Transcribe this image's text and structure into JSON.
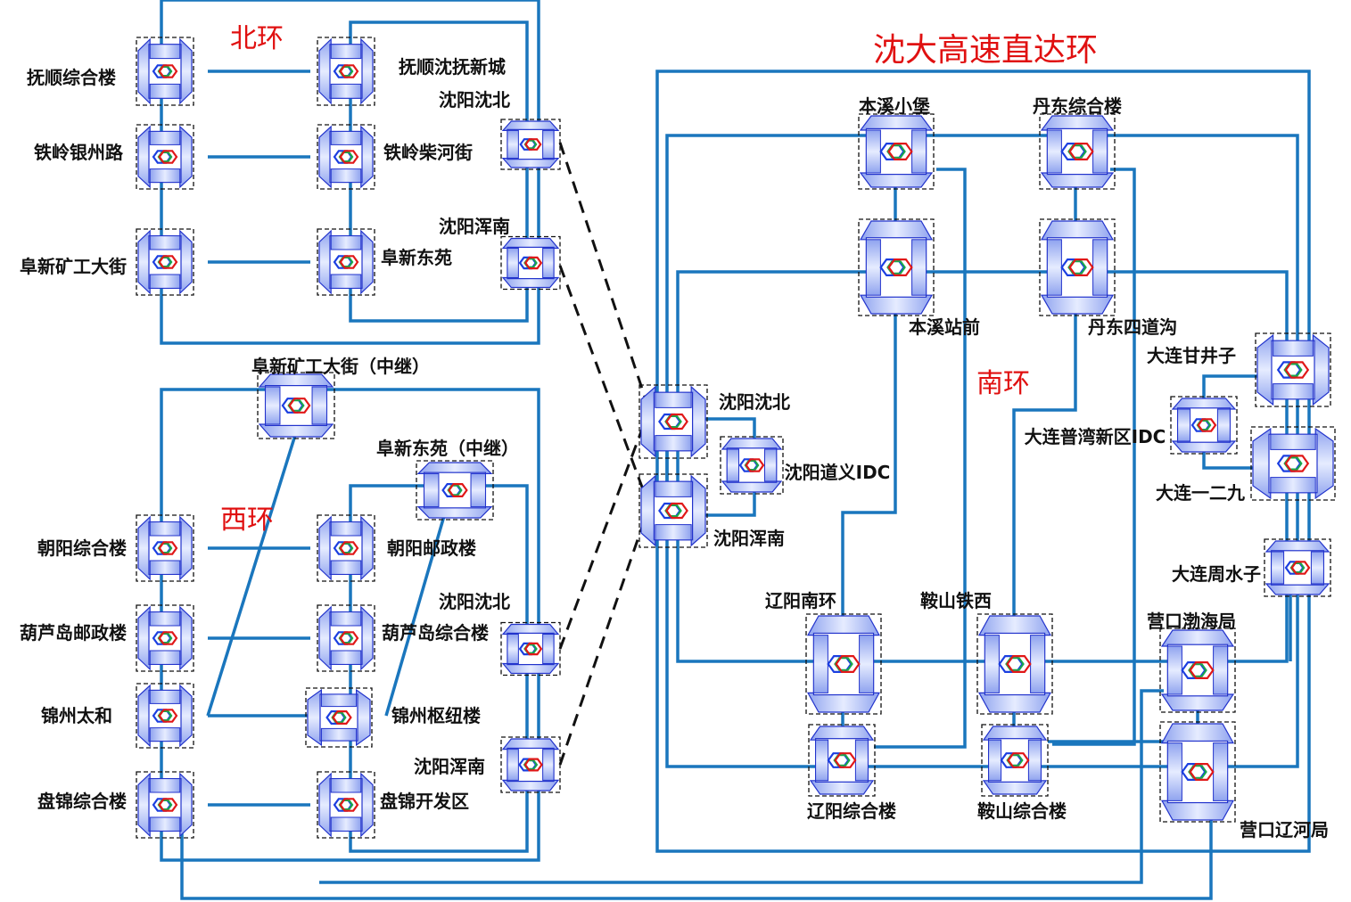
{
  "title": "沈大高速直达环",
  "rings": {
    "north": "北环",
    "west": "西环",
    "south": "南环"
  },
  "colors": {
    "link": "#1a76bd",
    "node_fill": "#aebdf5",
    "node_stroke": "#2233cc",
    "ring_label": "#e01010"
  },
  "nodes": {
    "fushun_zonghe": "抚顺综合楼",
    "fushun_shenfu": "抚顺沈抚新城",
    "n_shenyang_shenbei": "沈阳沈北",
    "tieling_yinzhou": "铁岭银州路",
    "tieling_chaihe": "铁岭柴河街",
    "n_shenyang_hunnan": "沈阳浑南",
    "fuxin_kuanggong": "阜新矿工大街",
    "fuxin_dongyuan": "阜新东苑",
    "fuxin_kuanggong_relay": "阜新矿工大街（中继）",
    "fuxin_dongyuan_relay": "阜新东苑（中继）",
    "chaoyang_zonghe": "朝阳综合楼",
    "chaoyang_youzheng": "朝阳邮政楼",
    "w_shenyang_shenbei": "沈阳沈北",
    "huludao_youzheng": "葫芦岛邮政楼",
    "huludao_zonghe": "葫芦岛综合楼",
    "jinzhou_taihe": "锦州太和",
    "jinzhou_shuniu": "锦州枢纽楼",
    "w_shenyang_hunnan": "沈阳浑南",
    "panjin_zonghe": "盘锦综合楼",
    "panjin_kaifa": "盘锦开发区",
    "c_shenyang_shenbei": "沈阳沈北",
    "shenyang_daoyi": "沈阳道义IDC",
    "c_shenyang_hunnan": "沈阳浑南",
    "benxi_xiaopu": "本溪小堡",
    "dandong_zonghe": "丹东综合楼",
    "benxi_zhanqian": "本溪站前",
    "dandong_sidaogou": "丹东四道沟",
    "dalian_ganjingzi": "大连甘井子",
    "dalian_puwan": "大连普湾新区IDC",
    "dalian_yierjiu": "大连一二九",
    "dalian_zhoushuizi": "大连周水子",
    "liaoyang_nanhuan": "辽阳南环",
    "anshan_tiexi": "鞍山铁西",
    "yingkou_bohai": "营口渤海局",
    "liaoyang_zonghe": "辽阳综合楼",
    "anshan_zonghe": "鞍山综合楼",
    "yingkou_liaohe": "营口辽河局"
  }
}
